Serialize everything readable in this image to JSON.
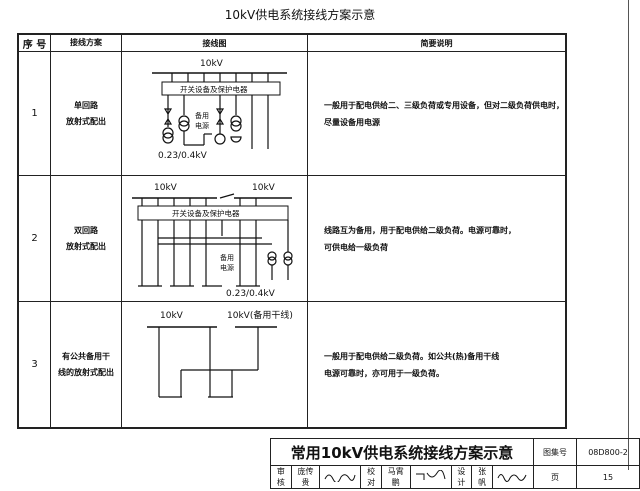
{
  "page_title": "10kV供电系统接线方案示意",
  "table": {
    "headers": [
      "序 号",
      "接线方案",
      "接线图",
      "简要说明"
    ],
    "rows": [
      {
        "no": "1",
        "plan": [
          "单回路",
          "放射式配出"
        ],
        "diagram": {
          "bus": "10kV",
          "box": "开关设备及保护电器",
          "backup": [
            "备用",
            "电源"
          ],
          "low_voltage": "0.23/0.4kV"
        },
        "desc": [
          "一般用于配电供给二、三级负荷或专用设备，但对二级负荷供电时，",
          "尽量设备用电源"
        ]
      },
      {
        "no": "2",
        "plan": [
          "双回路",
          "放射式配出"
        ],
        "diagram": {
          "bus_left": "10kV",
          "bus_right": "10kV",
          "box": "开关设备及保护电器",
          "backup": [
            "备用",
            "电源"
          ],
          "low_voltage": "0.23/0.4kV"
        },
        "desc": [
          "线路互为备用，用于配电供给二级负荷。电源可靠时，",
          "可供电给一级负荷"
        ]
      },
      {
        "no": "3",
        "plan": [
          "有公共备用干",
          "线的放射式配出"
        ],
        "diagram": {
          "bus_left": "10kV",
          "bus_right": "10kV(备用干线)"
        },
        "desc": [
          "一般用于配电供给二级负荷。如公共(热)备用干线",
          "电源可靠时，亦可用于一级负荷。"
        ]
      }
    ]
  },
  "title_block": {
    "title": "常用10kV供电系统接线方案示意",
    "atlas_label": "图集号",
    "atlas_no": "08D800-2",
    "review_label": "审核",
    "reviewer": "庞传贵",
    "check_label": "校对",
    "checker": "马霄鹏",
    "design_label": "设计",
    "designer": "张帆",
    "page_label": "页",
    "page_no": "15"
  }
}
